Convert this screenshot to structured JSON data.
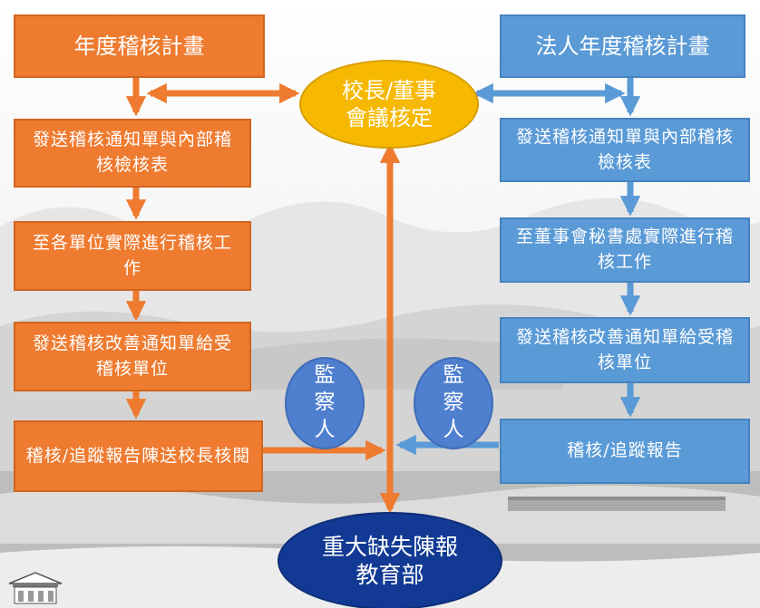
{
  "left_flow": {
    "title": "年度稽核計畫",
    "steps": [
      "發送稽核通知單與內部稽核檢核表",
      "至各單位實際進行稽核工作",
      "發送稽核改善通知單給受稽核單位",
      "稽核/追蹤報告陳送校長核閱"
    ]
  },
  "right_flow": {
    "title": "法人年度稽核計畫",
    "steps": [
      "發送稽核通知單與內部稽核檢核表",
      "至董事會秘書處實際進行稽核工作",
      "發送稽核改善通知單給受稽核單位",
      "稽核/追蹤報告"
    ]
  },
  "center": {
    "approval": "校長/董事會議核定",
    "report": "重大缺失陳報教育部",
    "supervisor_left": "監察人",
    "supervisor_right": "監察人"
  },
  "colors": {
    "orange": "#ee7b30",
    "blue": "#5a9ad6",
    "yellow": "#f6b800",
    "navy": "#123a94",
    "supervisor_blue": "#4f7fcf"
  }
}
